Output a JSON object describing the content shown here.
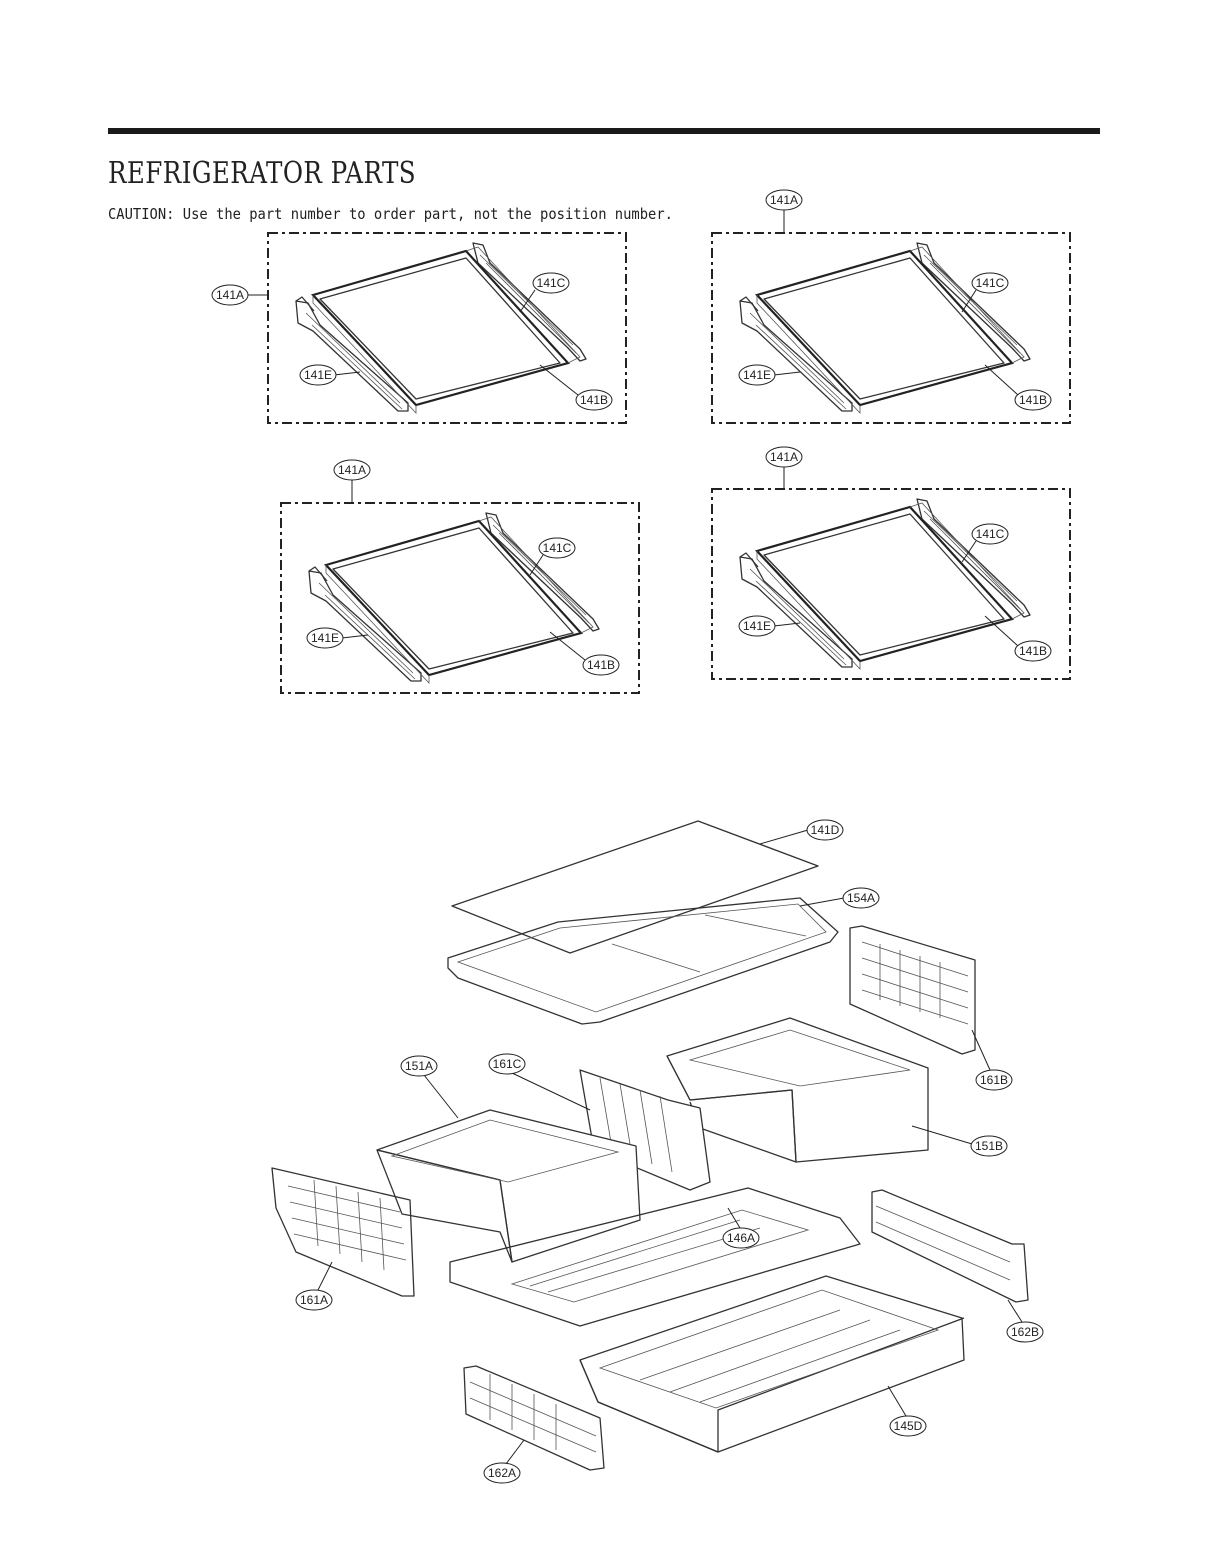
{
  "header": {
    "title": "REFRIGERATOR PARTS",
    "caution": "CAUTION: Use the part number to order part, not the position number."
  },
  "shelf_groups": [
    {
      "a": "141A",
      "b": "141B",
      "c": "141C",
      "e": "141E"
    },
    {
      "a": "141A",
      "b": "141B",
      "c": "141C",
      "e": "141E"
    },
    {
      "a": "141A",
      "b": "141B",
      "c": "141C",
      "e": "141E"
    },
    {
      "a": "141A",
      "b": "141B",
      "c": "141C",
      "e": "141E"
    }
  ],
  "crisper_parts": {
    "p141D": "141D",
    "p154A": "154A",
    "p161B": "161B",
    "p151A": "151A",
    "p161C": "161C",
    "p151B": "151B",
    "p146A": "146A",
    "p161A": "161A",
    "p162B": "162B",
    "p145D": "145D",
    "p162A": "162A"
  }
}
